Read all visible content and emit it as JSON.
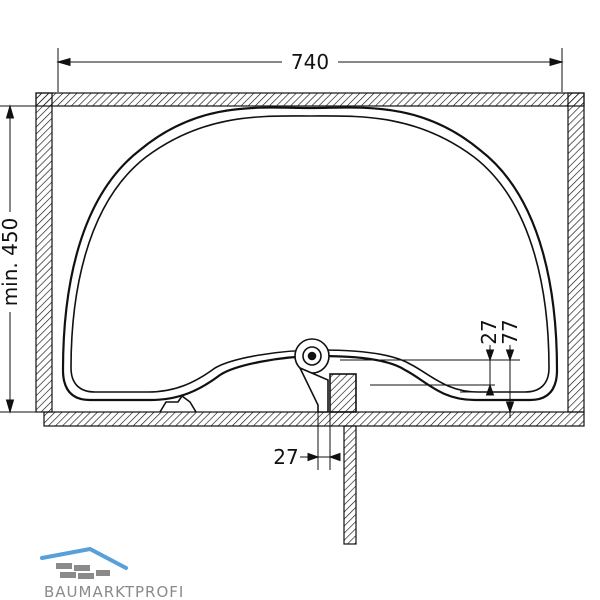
{
  "dimensions": {
    "width_label": "740",
    "depth_label": "min. 450",
    "offset_27_right": "27",
    "offset_77": "77",
    "offset_27_bottom": "27"
  },
  "logo": {
    "text": "BAUMARKTPROFI",
    "colors": {
      "primary": "#5aa0d8",
      "gray": "#8a8a8a"
    }
  },
  "colors": {
    "line": "#111111",
    "hatch": "#111111",
    "background": "#ffffff"
  }
}
